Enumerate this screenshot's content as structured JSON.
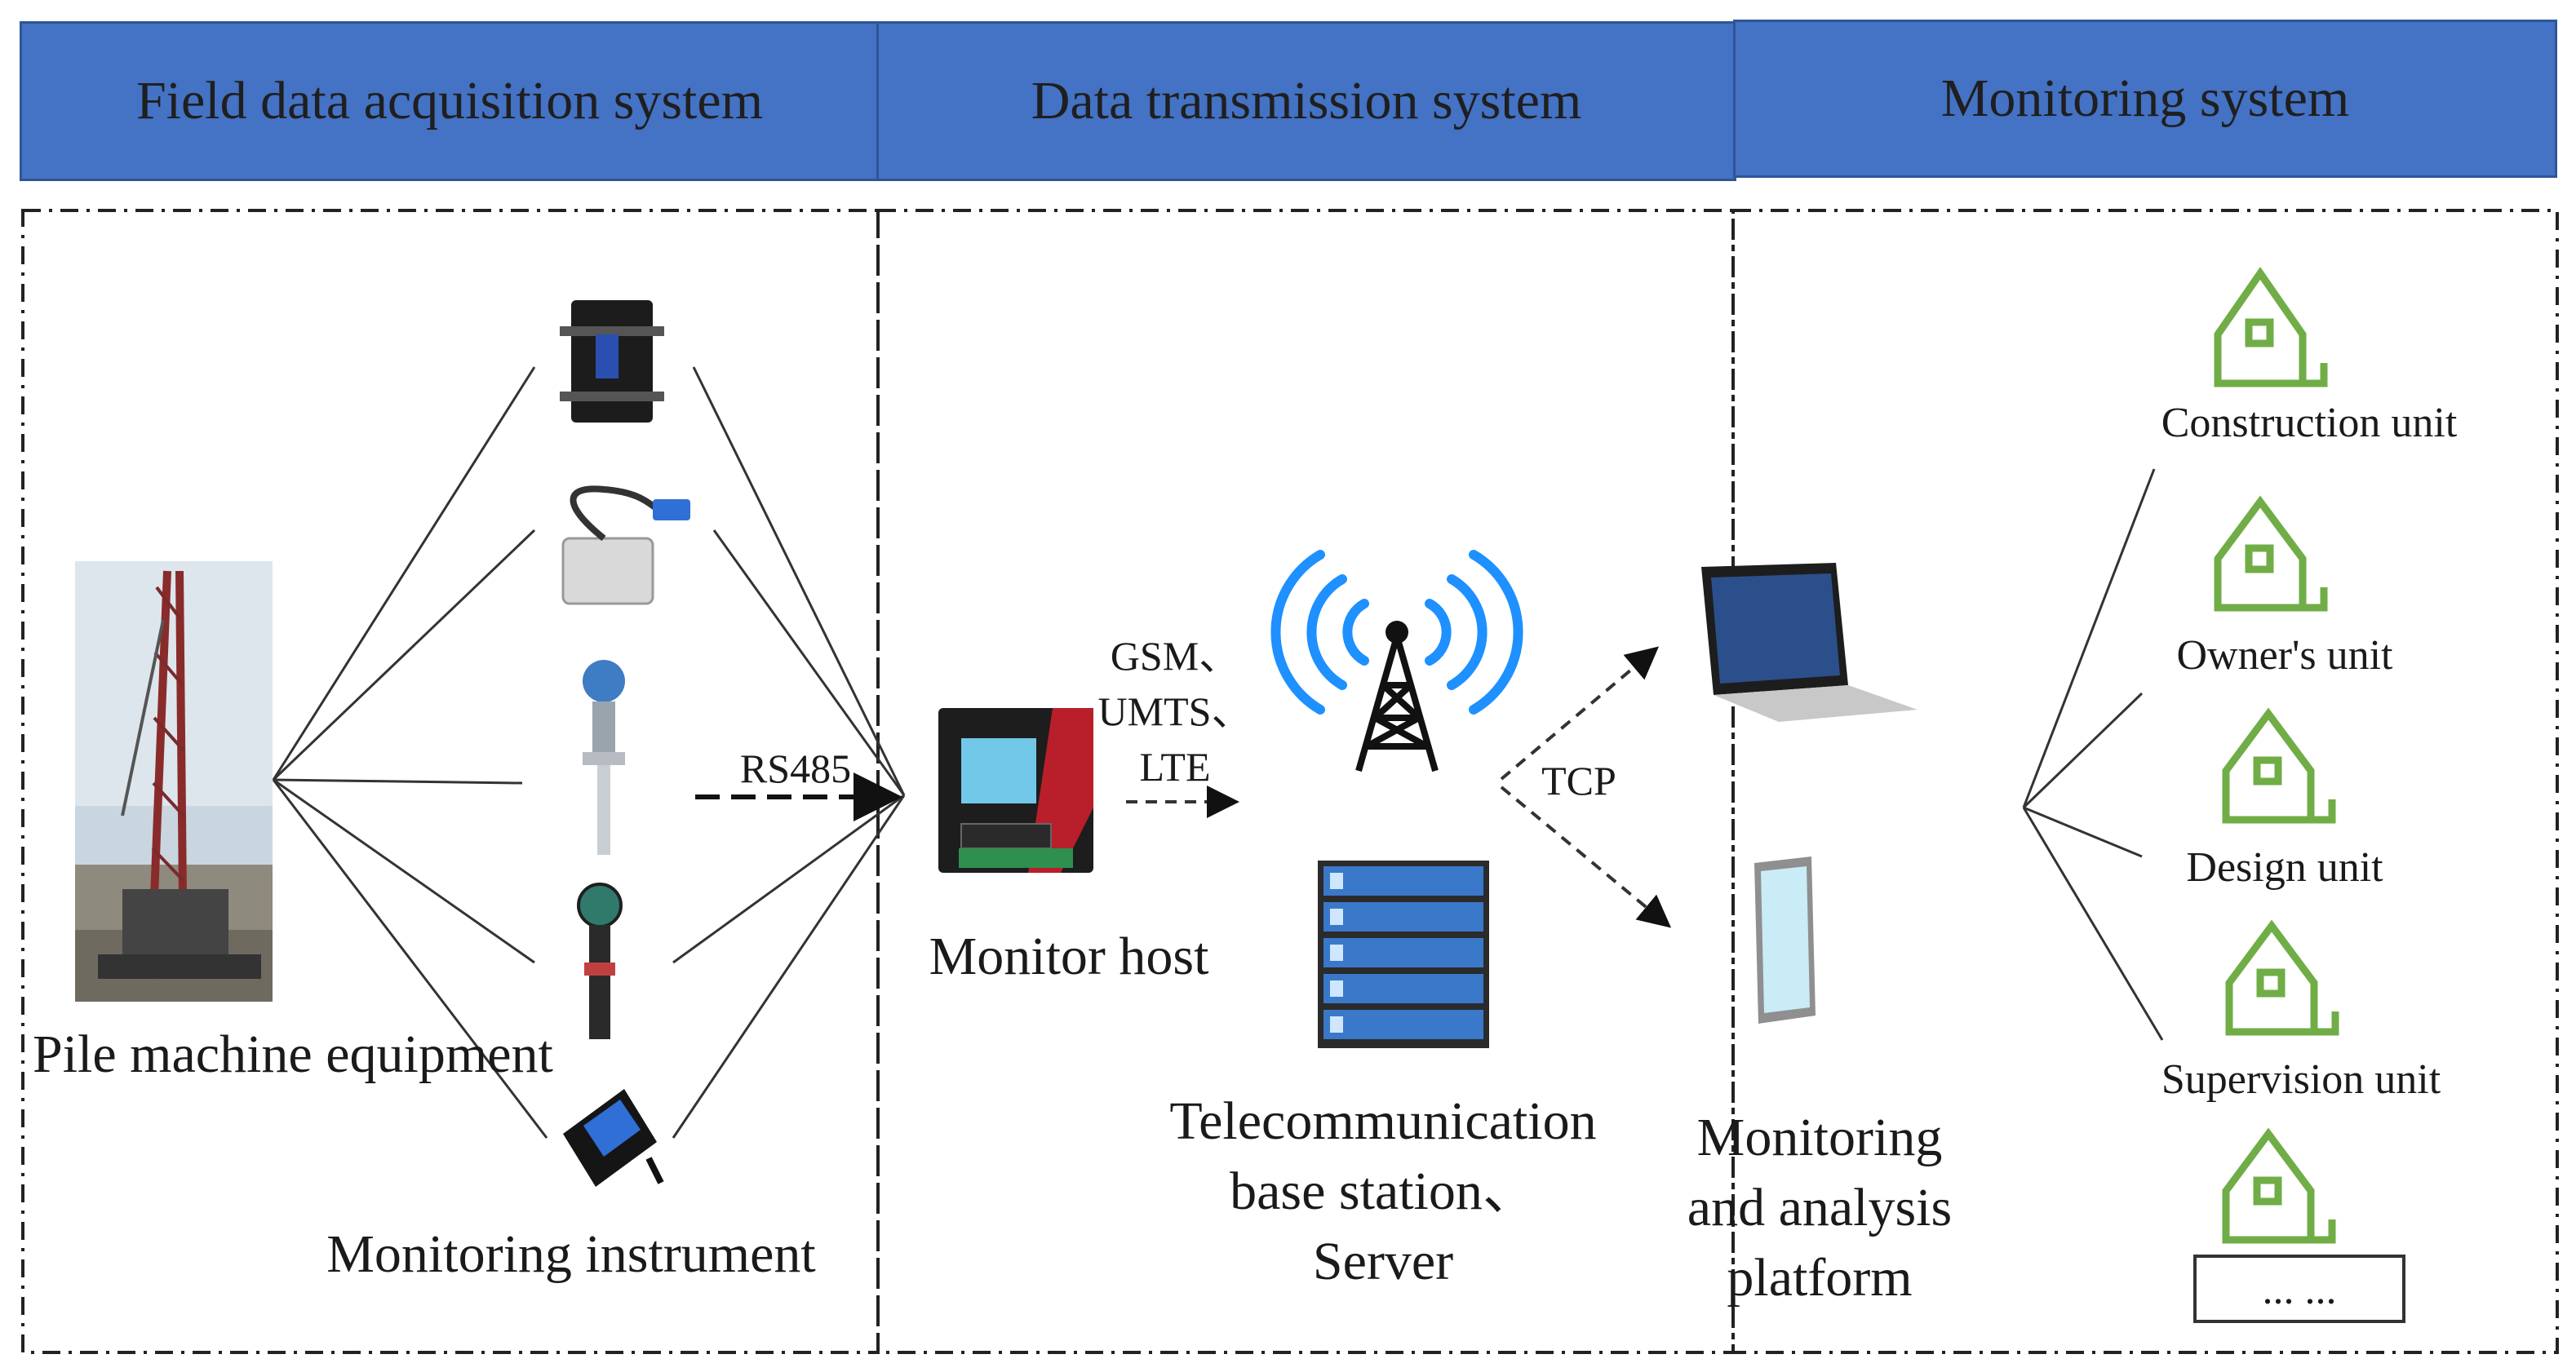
{
  "headers": {
    "field": "Field data acquisition system",
    "transmission": "Data transmission system",
    "monitoring": "Monitoring system"
  },
  "labels": {
    "pile_machine": "Pile machine equipment",
    "monitoring_instrument": "Monitoring instrument",
    "rs485": "RS485",
    "networks": [
      "GSM、",
      "UMTS、",
      "LTE"
    ],
    "monitor_host": "Monitor host",
    "base_station": [
      "Telecommunication",
      "base station、",
      "Server"
    ],
    "tcp": "TCP",
    "platform": [
      "Monitoring",
      "and analysis",
      "platform"
    ],
    "units": [
      "Construction unit",
      "Owner's unit",
      "Design unit",
      "Supervision unit"
    ],
    "more": "... ..."
  },
  "colors": {
    "header_fill": "#4472C4",
    "unit_icon": "#70AD47",
    "antenna_wave": "#1e90ff"
  }
}
